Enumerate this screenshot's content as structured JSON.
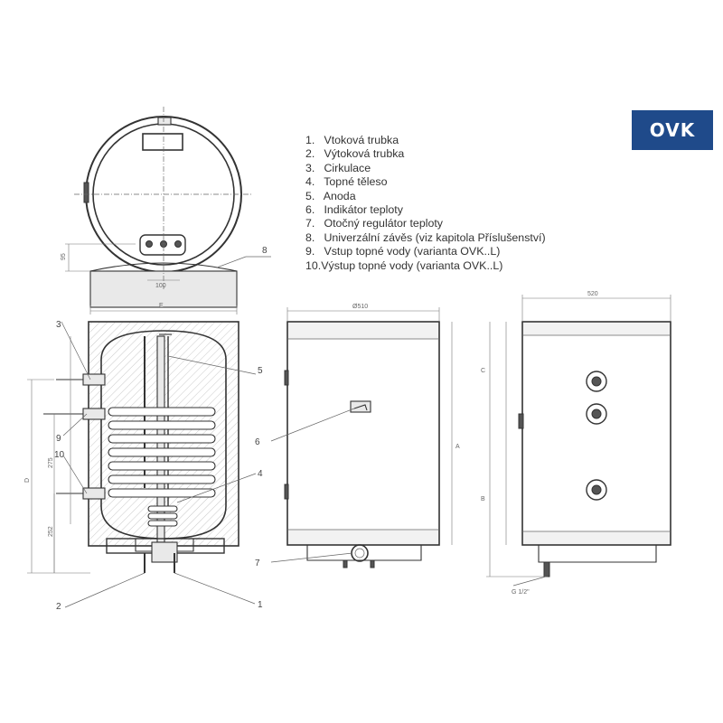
{
  "badge": "OVK",
  "legend": [
    {
      "num": "1.",
      "text": "Vtoková trubka"
    },
    {
      "num": "2.",
      "text": "Výtoková trubka"
    },
    {
      "num": "3.",
      "text": "Cirkulace"
    },
    {
      "num": "4.",
      "text": "Topné těleso"
    },
    {
      "num": "5.",
      "text": "Anoda"
    },
    {
      "num": "6.",
      "text": "Indikátor teploty"
    },
    {
      "num": "7.",
      "text": "Otočný regulátor teploty"
    },
    {
      "num": "8.",
      "text": "Univerzální závěs (viz kapitola Příslušenství)"
    },
    {
      "num": "9.",
      "text": "Vstup topné vody (varianta OVK..L)"
    },
    {
      "num": "10.",
      "text": "Výstup topné vody (varianta OVK..L)"
    }
  ],
  "callouts": {
    "c1": "1",
    "c2": "2",
    "c3": "3",
    "c4": "4",
    "c5": "5",
    "c6": "6",
    "c7": "7",
    "c8": "8",
    "c9": "9",
    "c10": "10"
  },
  "dims": {
    "top_95": "95",
    "top_100": "100",
    "top_E": "E",
    "front_width": "Ø510",
    "side_width": "520",
    "side_thread": "G 1/2\"",
    "sec_275": "275",
    "sec_252": "252",
    "sec_D": "D",
    "front_A": "A",
    "side_B": "B",
    "side_C": "C"
  }
}
